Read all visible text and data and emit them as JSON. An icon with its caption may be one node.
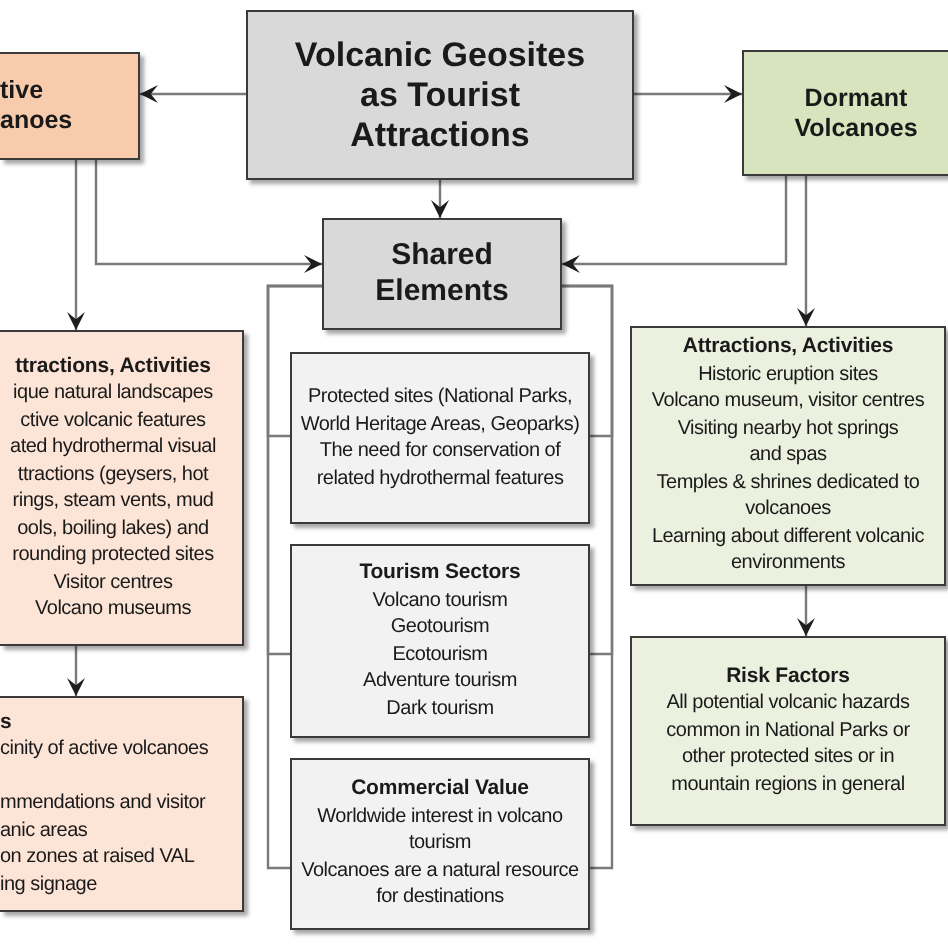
{
  "diagram": {
    "nodes": [
      {
        "text": [
          "Volcanic Geosites as Tourist Attractions"
        ]
      },
      {
        "text": [
          "tive anoes"
        ]
      },
      {
        "text": [
          "Dormant Volcanoes"
        ]
      },
      {
        "text": [
          "Shared Elements"
        ]
      },
      {
        "text": [
          "ttractions, Activities",
          "ique natural landscapes",
          "ctive volcanic features",
          "ated hydrothermal visual",
          "ttractions (geysers, hot",
          "rings, steam vents, mud",
          "ools, boiling lakes) and",
          "rounding protected sites",
          "Visitor centres",
          "Volcano museums"
        ]
      },
      {
        "text": [
          "Protected sites (National Parks, World Heritage Areas, Geoparks)",
          "The need for conservation of related hydrothermal features"
        ]
      },
      {
        "text": [
          "Tourism Sectors",
          "Volcano tourism",
          "Geotourism",
          "Ecotourism",
          "Adventure tourism",
          "Dark tourism"
        ]
      },
      {
        "text": [
          "Commercial Value",
          "Worldwide interest in volcano tourism",
          "Volcanoes are a natural resource for destinations"
        ]
      },
      {
        "text": [
          "Attractions, Activities",
          "Historic eruption sites",
          "Volcano museum, visitor centres",
          "Visiting nearby hot springs and spas",
          "Temples & shrines dedicated to volcanoes",
          "Learning about different volcanic environments"
        ]
      },
      {
        "text": [
          "s",
          "cinity of active volcanoes",
          "mmendations and visitor",
          "anic areas",
          "on zones at raised VAL",
          "ing signage"
        ]
      },
      {
        "text": [
          "Risk Factors",
          "All potential volcanic hazards common in National Parks or other protected sites or in mountain regions in general"
        ]
      }
    ],
    "edges": [
      {
        "from": 0,
        "to": 1,
        "arrow": "to"
      },
      {
        "from": 0,
        "to": 2,
        "arrow": "to"
      },
      {
        "from": 0,
        "to": 3,
        "arrow": "to"
      },
      {
        "from": 1,
        "to": 4,
        "arrow": "to"
      },
      {
        "from": 1,
        "to": 3,
        "arrow": "to"
      },
      {
        "from": 2,
        "to": 3,
        "arrow": "to"
      },
      {
        "from": 2,
        "to": 8,
        "arrow": "to"
      },
      {
        "from": 4,
        "to": 9,
        "arrow": "to"
      },
      {
        "from": 8,
        "to": 10,
        "arrow": "to"
      },
      {
        "from": 3,
        "to": 5,
        "arrow": "none"
      },
      {
        "from": 3,
        "to": 6,
        "arrow": "none"
      },
      {
        "from": 3,
        "to": 7,
        "arrow": "none"
      }
    ]
  }
}
